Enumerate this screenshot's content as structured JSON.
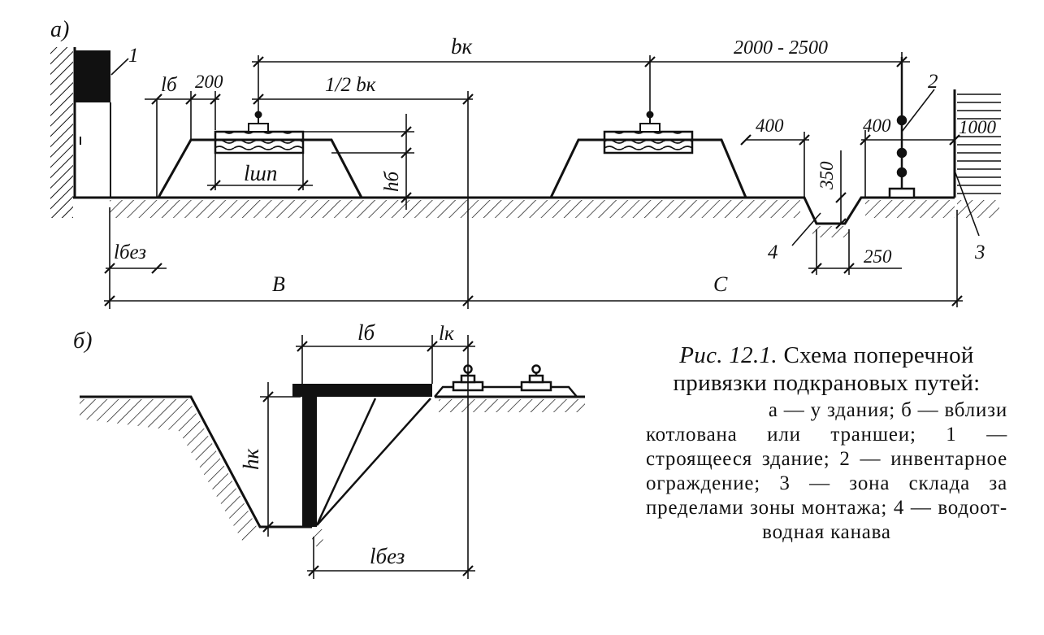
{
  "panel_a": {
    "panel_label": "а)",
    "callouts": {
      "n1": "1",
      "n2": "2",
      "n3": "3",
      "n4": "4"
    },
    "dims": {
      "bk": "bк",
      "d2000": "2000 - 2500",
      "half_bk": "1/2 bк",
      "lb": "lб",
      "d200": "200",
      "d400_left": "400",
      "d400_right": "400",
      "d1000": "1000",
      "hb": "hб",
      "lshp": "lшп",
      "d350": "350",
      "d250": "250",
      "lbez": "lбез",
      "B": "B",
      "C": "C"
    }
  },
  "panel_b": {
    "panel_label": "б)",
    "dims": {
      "lb": "lб",
      "lk": "lк",
      "hk": "hк",
      "lbez": "lбез"
    }
  },
  "caption": {
    "fig_num": "Рис. 12.1.",
    "title_rest": "Схема поперечной привязки подкрановых путей:",
    "description_first": "а — у здания; б — вблизи",
    "description_body": "котлована или траншеи; 1 — строящееся здание; 2 — инвентарное ограждение; 3 — зона склада за пределами зоны монтажа; 4 — водоот-",
    "description_last": "водная канава"
  },
  "colors": {
    "ink": "#111111",
    "paper": "#ffffff"
  }
}
